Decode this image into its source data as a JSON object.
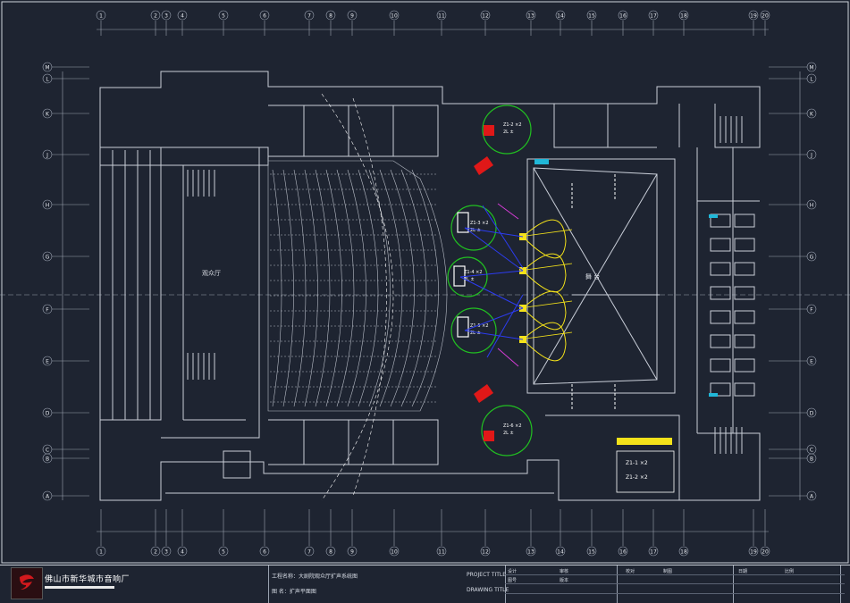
{
  "app": {
    "kind": "CAD drawing",
    "background": "#1e2431"
  },
  "axis_top": [
    "1",
    "2",
    "3",
    "4",
    "5",
    "6",
    "7",
    "8",
    "9",
    "10",
    "11",
    "12",
    "13",
    "14",
    "15",
    "16",
    "17",
    "18",
    "19",
    "20"
  ],
  "axis_rows": [
    "M",
    "L",
    "K",
    "J",
    "H",
    "G",
    "F",
    "E",
    "D",
    "C",
    "B",
    "A"
  ],
  "speakers": [
    {
      "line1": "Z1-2 ×2",
      "line2": "2L ±"
    },
    {
      "line1": "Z1-3 ×2",
      "line2": "2L ±"
    },
    {
      "line1": "Z1-4 ×2",
      "line2": "2L ±"
    },
    {
      "line1": "Z1-5 ×2",
      "line2": "2L ±"
    },
    {
      "line1": "Z1-6 ×2",
      "line2": "2L ±"
    }
  ],
  "stage_label": "舞 台",
  "seating_label": "观众厅",
  "legend": {
    "line1": "Z1-1 ×2",
    "line2": "Z1-2 ×2"
  },
  "title_block": {
    "company": "佛山市新华城市音响厂",
    "project_label": "工程名称：",
    "project_value": "大剧院观众厅扩声系统图",
    "project_title": "PROJECT TITLE",
    "drawing_label": "图    名：",
    "drawing_value": "扩声平面图",
    "drawing_title": "DRAWING TITLE",
    "fields": [
      "设计",
      "审核",
      "校对",
      "制图",
      "日期",
      "比例",
      "图号",
      "版本"
    ]
  },
  "colors": {
    "wall": "#c9ced8",
    "grid": "#9aa2b0",
    "green": "#21c021",
    "red": "#e01818",
    "yellow": "#f4e21a",
    "blue": "#2c3cf0",
    "cyan": "#20b7d8",
    "magenta": "#d43cd4"
  }
}
